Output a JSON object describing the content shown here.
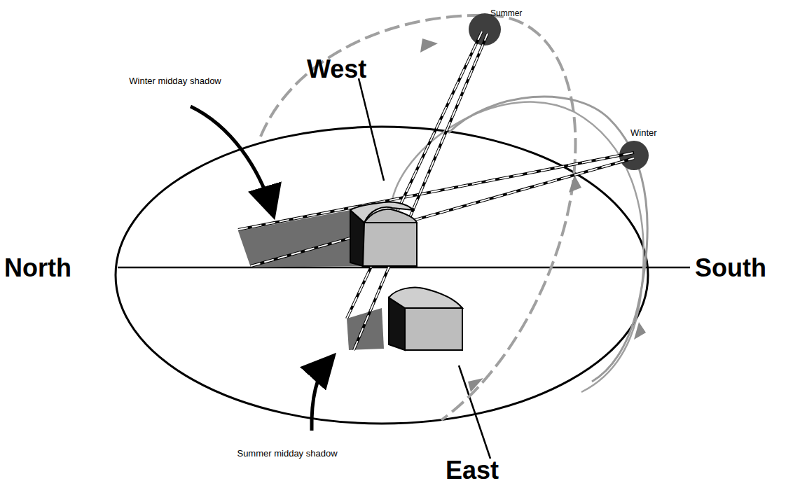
{
  "diagram": {
    "labels": [
      "Summer",
      "West",
      "Winter midday shadow",
      "Winter",
      "North",
      "South",
      "Summer midday shadow",
      "East"
    ]
  }
}
